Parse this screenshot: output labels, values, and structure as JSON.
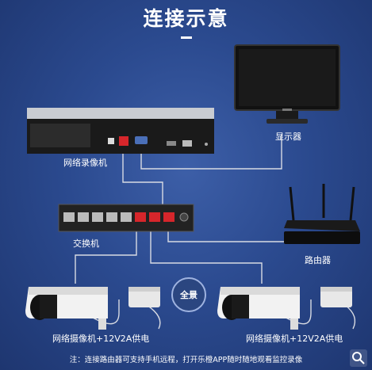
{
  "title": "连接示意",
  "labels": {
    "monitor": "显示器",
    "nvr": "网络录像机",
    "switch": "交换机",
    "router": "路由器",
    "camera_left": "网络摄像机+12V2A供电",
    "camera_right": "网络摄像机+12V2A供电",
    "panorama": "全景"
  },
  "footnote": "注：连接路由器可支持手机远程，打开乐橙APP随时随地观看监控录像",
  "colors": {
    "background": "#2b4a8f",
    "cable": "#d8dbe3",
    "accent_port": "#d6262b"
  }
}
